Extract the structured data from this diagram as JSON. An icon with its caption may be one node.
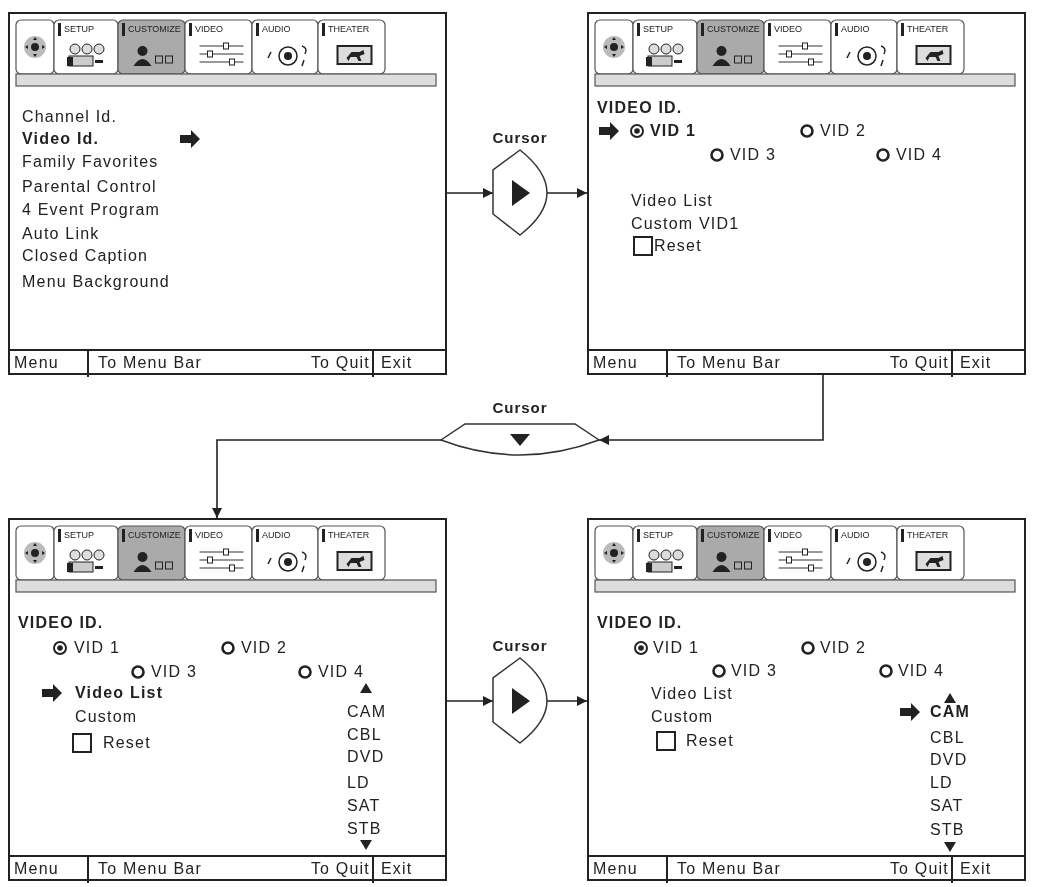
{
  "diagram": {
    "nodes": [
      {
        "text": [
          "SETUP",
          "CUSTOMIZE",
          "VIDEO",
          "AUDIO",
          "THEATER",
          "Channel Id.",
          "Video Id.",
          "Family Favorites",
          "Parental Control",
          "4 Event Program",
          "Auto Link",
          "Closed Caption",
          "Menu Background",
          "Menu",
          "To Menu Bar",
          "To Quit",
          "Exit"
        ]
      },
      {
        "text": [
          "Cursor"
        ]
      },
      {
        "text": [
          "SETUP",
          "CUSTOMIZE",
          "VIDEO",
          "AUDIO",
          "THEATER",
          "VIDEO ID.",
          "VID 1",
          "VID 2",
          "VID 3",
          "VID 4",
          "Video List",
          "Custom VID1",
          "Reset",
          "Menu",
          "To Menu Bar",
          "To Quit",
          "Exit"
        ]
      },
      {
        "text": [
          "Cursor"
        ]
      },
      {
        "text": [
          "SETUP",
          "CUSTOMIZE",
          "VIDEO",
          "AUDIO",
          "THEATER",
          "VIDEO ID.",
          "VID 1",
          "VID 2",
          "VID 3",
          "VID 4",
          "Video List",
          "Custom",
          "Reset",
          "CAM",
          "CBL",
          "DVD",
          "LD",
          "SAT",
          "STB",
          "Menu",
          "To Menu Bar",
          "To Quit",
          "Exit"
        ]
      },
      {
        "text": [
          "Cursor"
        ]
      },
      {
        "text": [
          "SETUP",
          "CUSTOMIZE",
          "VIDEO",
          "AUDIO",
          "THEATER",
          "VIDEO ID.",
          "VID 1",
          "VID 2",
          "VID 3",
          "VID 4",
          "Video List",
          "Custom",
          "Reset",
          "CAM",
          "CBL",
          "DVD",
          "LD",
          "SAT",
          "STB",
          "Menu",
          "To Menu Bar",
          "To Quit",
          "Exit"
        ]
      }
    ],
    "edges": [
      {
        "from": 0,
        "to": 1,
        "arrow": "to"
      },
      {
        "from": 1,
        "to": 2,
        "arrow": "to"
      },
      {
        "from": 2,
        "to": 3,
        "arrow": "to"
      },
      {
        "from": 3,
        "to": 4,
        "arrow": "to"
      },
      {
        "from": 4,
        "to": 5,
        "arrow": "to"
      },
      {
        "from": 5,
        "to": 6,
        "arrow": "to"
      }
    ]
  }
}
